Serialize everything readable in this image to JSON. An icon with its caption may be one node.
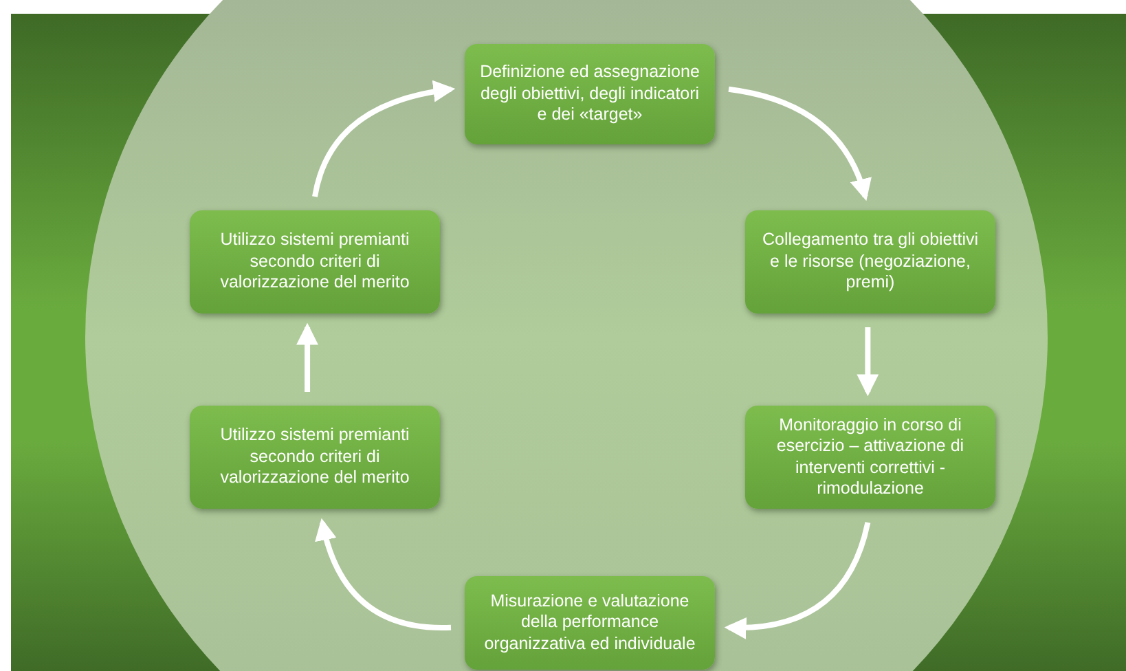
{
  "diagram": {
    "nodes": [
      {
        "text": [
          "Definizione ed assegnazione degli obiettivi, degli indicatori e dei «target»"
        ]
      },
      {
        "text": [
          "Collegamento tra gli obiettivi e le risorse (negoziazione, premi)"
        ]
      },
      {
        "text": [
          "Monitoraggio in corso di esercizio – attivazione di interventi correttivi - rimodulazione"
        ]
      },
      {
        "text": [
          "Misurazione e valutazione della performance organizzativa ed individuale"
        ]
      },
      {
        "text": [
          "Utilizzo sistemi premianti secondo criteri di valorizzazione del merito"
        ]
      },
      {
        "text": [
          "Utilizzo sistemi premianti secondo criteri di valorizzazione del merito"
        ]
      }
    ],
    "edges": [
      {
        "from": 0,
        "to": 1,
        "arrow": "to"
      },
      {
        "from": 1,
        "to": 2,
        "arrow": "to"
      },
      {
        "from": 2,
        "to": 3,
        "arrow": "to"
      },
      {
        "from": 3,
        "to": 4,
        "arrow": "to"
      },
      {
        "from": 4,
        "to": 5,
        "arrow": "to"
      },
      {
        "from": 5,
        "to": 0,
        "arrow": "to"
      }
    ]
  }
}
